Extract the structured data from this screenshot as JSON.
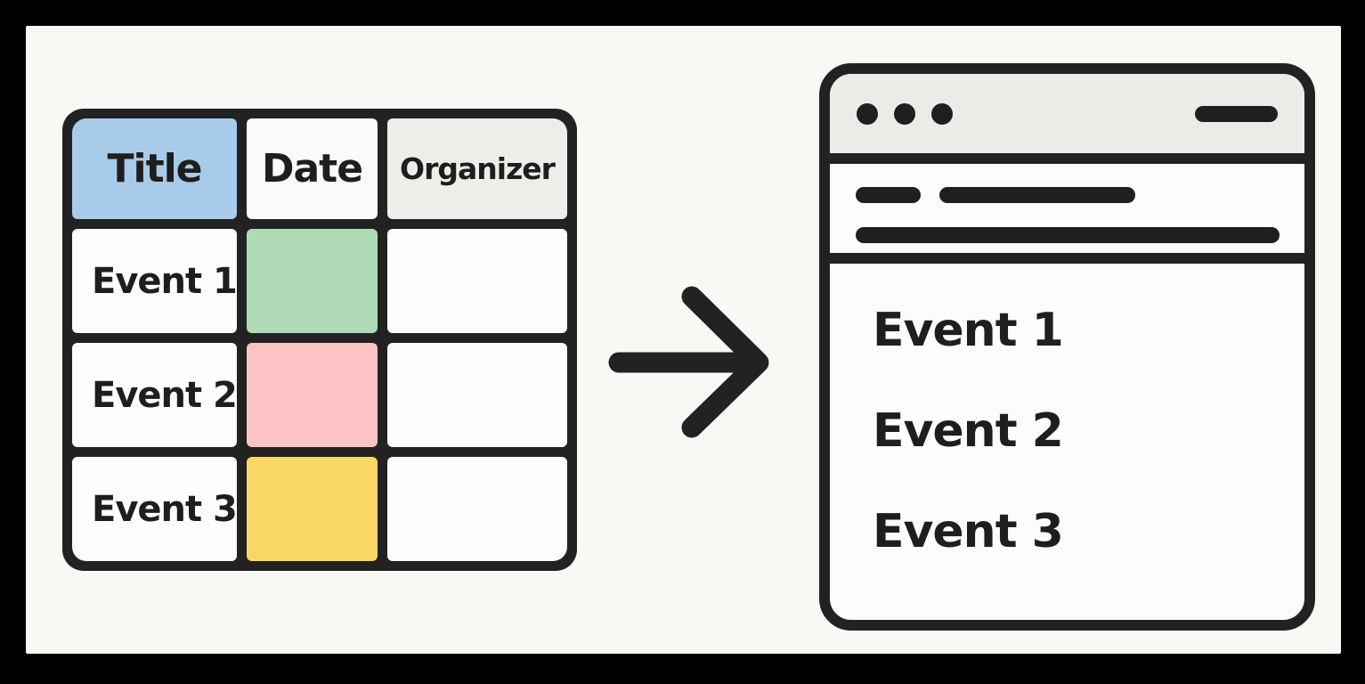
{
  "illustration": {
    "description": "Diagram of an events data table being converted into a webpage list",
    "colors": {
      "frame": "#000000",
      "canvas_bg": "#FAF8F4",
      "ink": "#222222",
      "cell_bg": "#FDFDFB",
      "title_header_bg": "#A9CBEA",
      "date_header_bg": "#FAFAF8",
      "organizer_header_bg": "#EDEDE9",
      "row1_date_bg": "#AEDBB5",
      "row2_date_bg": "#FBC3C3",
      "row3_date_bg": "#FAD763",
      "browser_topbar_bg": "#ECEBE7",
      "browser_bg": "#FCFCFA"
    },
    "table": {
      "headers": [
        {
          "label": "Title",
          "bg": "#A9CBEA"
        },
        {
          "label": "Date",
          "bg": "#FAFAF8"
        },
        {
          "label": "Organizer",
          "bg": "#EDEDE9"
        }
      ],
      "rows": [
        {
          "title": "Event 1",
          "date_bg": "#AEDBB5",
          "organizer": ""
        },
        {
          "title": "Event 2",
          "date_bg": "#FBC3C3",
          "organizer": ""
        },
        {
          "title": "Event 3",
          "date_bg": "#FAD763",
          "organizer": ""
        }
      ]
    },
    "arrow": {
      "direction": "right"
    },
    "browser": {
      "window_controls": "three-dots",
      "events": [
        "Event 1",
        "Event 2",
        "Event 3"
      ]
    }
  }
}
